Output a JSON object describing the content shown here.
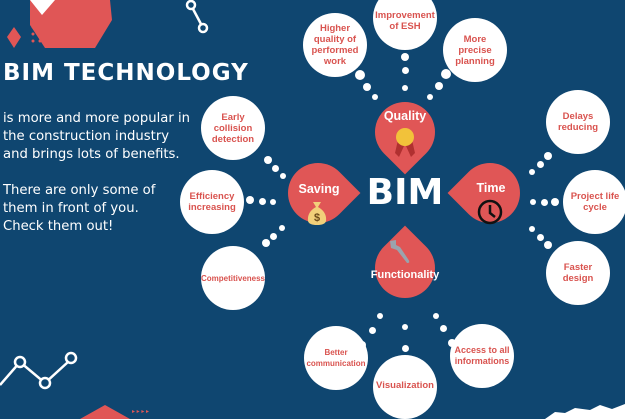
{
  "header": {
    "title": "BIM TECHNOLOGY",
    "intro_1": "is more and more popular in the construction industry and brings lots of benefits.",
    "intro_2": "There are only some of them in front of you. Check them out!"
  },
  "center": "BIM",
  "colors": {
    "background": "#0f4670",
    "accent": "#e05656"
  },
  "categories": {
    "quality": {
      "label": "Quality",
      "icon": "medal-icon",
      "benefits": [
        "Higher quality of performed work",
        "Improvement of ESH",
        "More precise planning"
      ]
    },
    "saving": {
      "label": "Saving",
      "icon": "money-bag-icon",
      "benefits": [
        "Early collision detection",
        "Efficiency increasing",
        "Competitiveness"
      ]
    },
    "time": {
      "label": "Time",
      "icon": "clock-icon",
      "benefits": [
        "Delays reducing",
        "Project life cycle",
        "Faster design"
      ]
    },
    "functionality": {
      "label": "Functionality",
      "icon": "wrench-icon",
      "benefits": [
        "Better communication",
        "Visualization",
        "Access to all informations"
      ]
    }
  }
}
